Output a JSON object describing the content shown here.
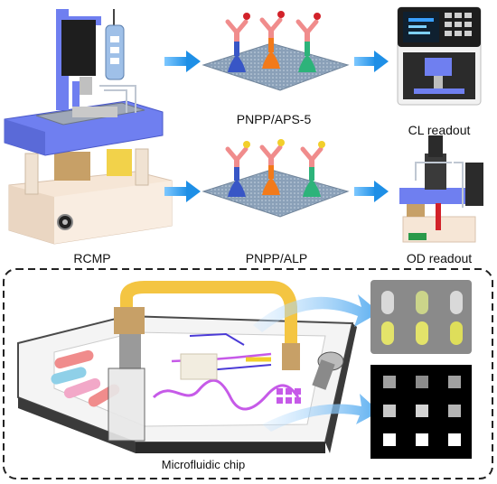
{
  "labels": {
    "rcmp": "RCMP",
    "pnpp_aps5": "PNPP/APS-5",
    "cl_readout": "CL readout",
    "pnpp_alp": "PNPP/ALP",
    "od_readout": "OD readout",
    "microfluidic_chip": "Microfluidic chip"
  },
  "colors": {
    "arrow_blue": "#1e8fe6",
    "device_blue": "#6f7ff0",
    "device_base": "#f6e6d6",
    "frame_dark": "#2a3b8e",
    "tube_yellow": "#f4c542",
    "chip_channel": "#a13bd6",
    "antibody_pink": "#f08c8c",
    "receptor_blue": "#3856c6",
    "receptor_orange": "#f27a1a",
    "receptor_green": "#2db37a",
    "label_yellow": "#f2cf2a",
    "label_red": "#d2222a"
  },
  "icons": {
    "remote": "remote-control-icon",
    "arrow": "right-arrow-icon"
  }
}
